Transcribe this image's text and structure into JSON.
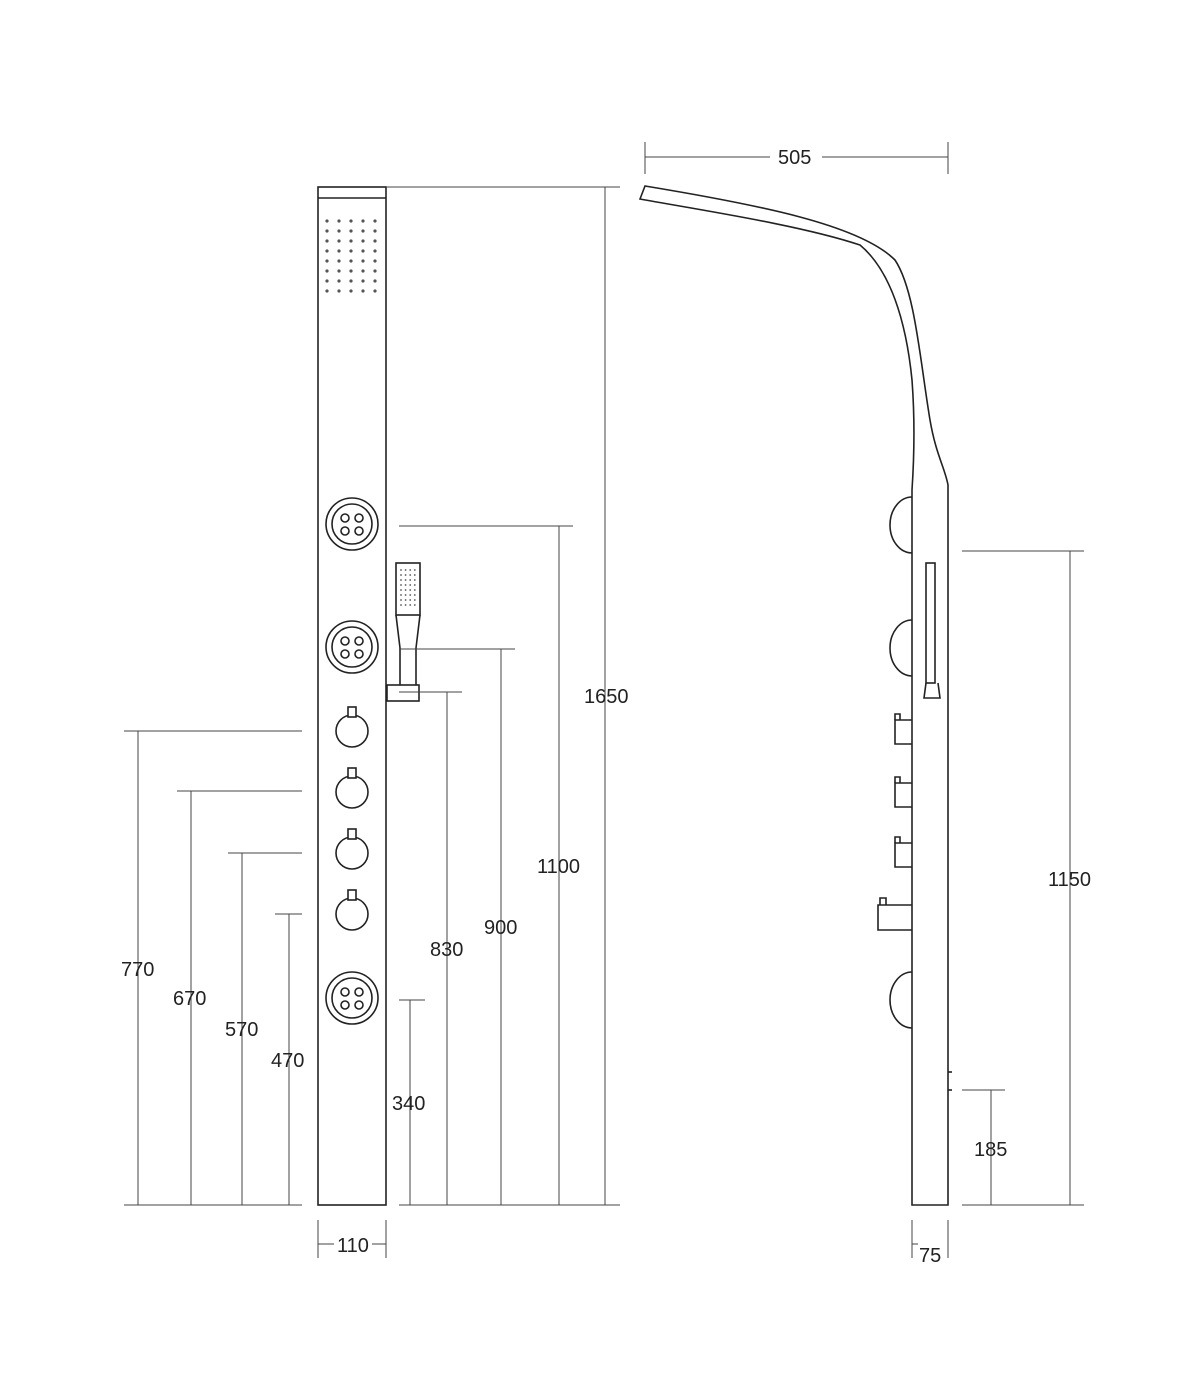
{
  "diagram": {
    "front_view": {
      "width_dim": "110",
      "total_height_dim": "1650",
      "jet_heights": [
        "1100",
        "900",
        "340"
      ],
      "holder_height": "830",
      "control_heights": [
        "770",
        "670",
        "570",
        "470"
      ]
    },
    "side_view": {
      "projection_dim": "505",
      "depth_dim": "75",
      "hand_shower_height": "1150",
      "base_height": "185"
    },
    "colors": {
      "line": "#333333",
      "background": "#ffffff"
    }
  }
}
